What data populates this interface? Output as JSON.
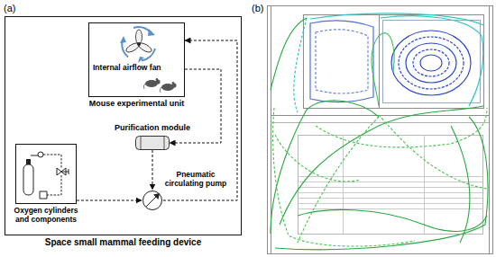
{
  "diagram": {
    "nodes": [
      {
        "text": [
          "Space small mammal feeding device"
        ]
      },
      {
        "text": [
          "Internal airflow fan",
          "Mouse experimental unit"
        ],
        "in": 0
      },
      {
        "text": [
          "Purification module"
        ],
        "in": 0
      },
      {
        "text": [
          "Oxygen cylinders and components"
        ],
        "in": 0
      },
      {
        "text": [
          "Pneumatic circulating pump"
        ],
        "in": 0
      }
    ],
    "edges": [
      {
        "from": 1,
        "to": 2,
        "arrow": "to"
      },
      {
        "from": 2,
        "to": 4,
        "arrow": "to"
      },
      {
        "from": 3,
        "to": 4,
        "arrow": "to"
      },
      {
        "from": 4,
        "to": 1,
        "arrow": "to"
      }
    ],
    "labels": [
      "(a)",
      "(b)"
    ]
  }
}
